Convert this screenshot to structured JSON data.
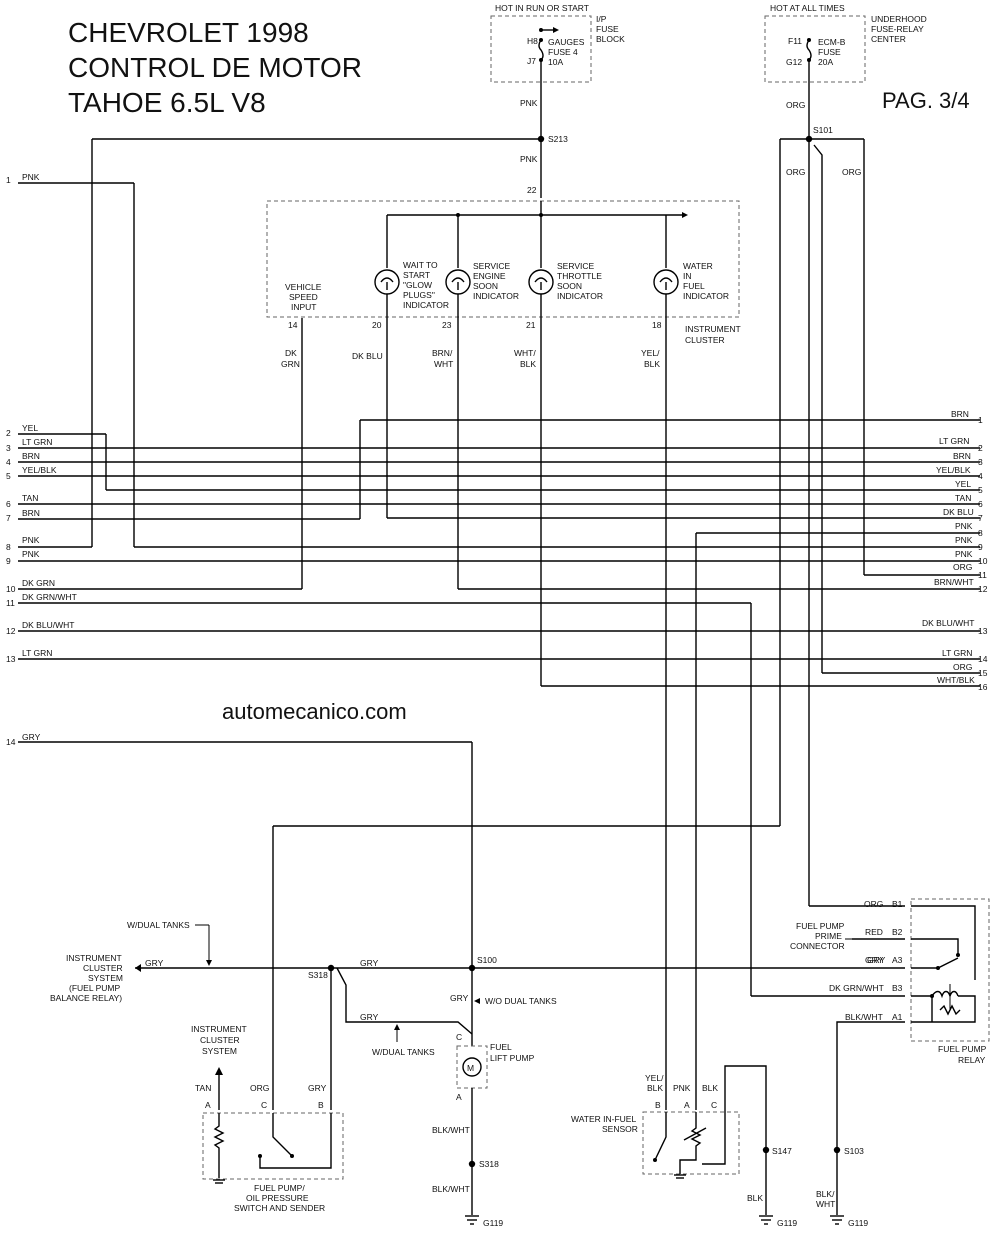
{
  "header": {
    "title_line1": "CHEVROLET 1998",
    "title_line2": "CONTROL DE MOTOR",
    "title_line3": "TAHOE 6.5L V8",
    "page": "PAG. 3/4",
    "site": "automecanico.com"
  },
  "ip_fuse": {
    "hot_label": "HOT IN RUN OR START",
    "block_line1": "I/P",
    "block_line2": "FUSE",
    "block_line3": "BLOCK",
    "pin_top": "H8",
    "pin_bottom": "J7",
    "fuse_line1": "GAUGES",
    "fuse_line2": "FUSE 4",
    "fuse_line3": "10A",
    "wire_color": "PNK"
  },
  "underhood": {
    "hot_label": "HOT AT ALL TIMES",
    "center_line1": "UNDERHOOD",
    "center_line2": "FUSE-RELAY",
    "center_line3": "CENTER",
    "pin_top": "F11",
    "pin_bottom": "G12",
    "fuse_line1": "ECM-B",
    "fuse_line2": "FUSE",
    "fuse_line3": "20A",
    "wire_color": "ORG"
  },
  "splices": {
    "s213": "S213",
    "s101": "S101",
    "s100": "S100",
    "s318_left": "S318",
    "s318_bottom": "S318",
    "s147": "S147",
    "s103": "S103"
  },
  "instrument_cluster": {
    "label_line1": "INSTRUMENT",
    "label_line2": "CLUSTER",
    "feed_pin": "22",
    "feed_wire": "PNK",
    "vehicle_speed": [
      "VEHICLE",
      "SPEED",
      "INPUT"
    ],
    "indicators": [
      {
        "lines": [
          "WAIT TO",
          "START",
          "\"GLOW",
          "PLUGS\"",
          "INDICATOR"
        ],
        "pin": "20",
        "wire_line1": "DK BLU",
        "wire_line2": ""
      },
      {
        "lines": [
          "SERVICE",
          "ENGINE",
          "SOON",
          "INDICATOR"
        ],
        "pin": "23",
        "wire_line1": "BRN/",
        "wire_line2": "WHT"
      },
      {
        "lines": [
          "SERVICE",
          "THROTTLE",
          "SOON",
          "INDICATOR"
        ],
        "pin": "21",
        "wire_line1": "WHT/",
        "wire_line2": "BLK"
      },
      {
        "lines": [
          "WATER",
          "IN",
          "FUEL",
          "INDICATOR"
        ],
        "pin": "18",
        "wire_line1": "YEL/",
        "wire_line2": "BLK"
      }
    ],
    "speed_pin": "14",
    "speed_wire_line1": "DK",
    "speed_wire_line2": "GRN"
  },
  "s101_branches": {
    "left": "ORG",
    "right": "ORG"
  },
  "left_connectors": [
    {
      "num": "1",
      "color": "PNK"
    },
    {
      "num": "2",
      "color": "YEL"
    },
    {
      "num": "3",
      "color": "LT GRN"
    },
    {
      "num": "4",
      "color": "BRN"
    },
    {
      "num": "5",
      "color": "YEL/BLK"
    },
    {
      "num": "6",
      "color": "TAN"
    },
    {
      "num": "7",
      "color": "BRN"
    },
    {
      "num": "8",
      "color": "PNK"
    },
    {
      "num": "9",
      "color": "PNK"
    },
    {
      "num": "10",
      "color": "DK GRN"
    },
    {
      "num": "11",
      "color": "DK GRN/WHT"
    },
    {
      "num": "12",
      "color": "DK BLU/WHT"
    },
    {
      "num": "13",
      "color": "LT GRN"
    },
    {
      "num": "14",
      "color": "GRY"
    }
  ],
  "right_connectors": [
    {
      "num": "1",
      "color": "BRN"
    },
    {
      "num": "2",
      "color": "LT GRN"
    },
    {
      "num": "3",
      "color": "BRN"
    },
    {
      "num": "4",
      "color": "YEL/BLK"
    },
    {
      "num": "5",
      "color": "YEL"
    },
    {
      "num": "6",
      "color": "TAN"
    },
    {
      "num": "7",
      "color": "DK BLU"
    },
    {
      "num": "8",
      "color": "PNK"
    },
    {
      "num": "9",
      "color": "PNK"
    },
    {
      "num": "10",
      "color": "PNK"
    },
    {
      "num": "11",
      "color": "ORG"
    },
    {
      "num": "12",
      "color": "BRN/WHT"
    },
    {
      "num": "13",
      "color": "DK BLU/WHT"
    },
    {
      "num": "14",
      "color": "LT GRN"
    },
    {
      "num": "15",
      "color": "ORG"
    },
    {
      "num": "16",
      "color": "WHT/BLK"
    }
  ],
  "lower": {
    "dual_tanks_top": "W/DUAL TANKS",
    "dest_lines": [
      "INSTRUMENT",
      "CLUSTER",
      "SYSTEM",
      "(FUEL PUMP",
      "BALANCE RELAY)"
    ],
    "gry_left": "GRY",
    "gry_mid": "GRY",
    "gry_down": "GRY",
    "gry_detour": "GRY",
    "gry_right": "GRY",
    "wo_dual": "W/O DUAL TANKS",
    "dual_tanks_bottom": "W/DUAL TANKS",
    "lift_pump_line1": "FUEL",
    "lift_pump_line2": "LIFT PUMP",
    "pin_c": "C",
    "pin_a": "A",
    "motor": "M",
    "blk_wht_1": "BLK/WHT",
    "blk_wht_2": "BLK/WHT",
    "g119_a": "G119",
    "g119_b": "G119",
    "g119_c": "G119",
    "ic_system": [
      "INSTRUMENT",
      "CLUSTER",
      "SYSTEM"
    ],
    "sender_wires": {
      "tan": "TAN",
      "org": "ORG",
      "gry": "GRY"
    },
    "sender_pins": {
      "a": "A",
      "c": "C",
      "b": "B"
    },
    "sender_name": [
      "FUEL PUMP/",
      "OIL PRESSURE",
      "SWITCH AND SENDER"
    ],
    "wif_wires": {
      "yel_blk_1": "YEL/",
      "yel_blk_2": "BLK",
      "pnk": "PNK",
      "blk": "BLK"
    },
    "wif_pins": {
      "b": "B",
      "a": "A",
      "c": "C"
    },
    "wif_name": [
      "WATER IN-FUEL",
      "SENSOR"
    ],
    "blk": "BLK",
    "blk_wht_3a": "BLK/",
    "blk_wht_3b": "WHT",
    "prime_conn": [
      "FUEL PUMP",
      "PRIME",
      "CONNECTOR"
    ],
    "relay_pins": [
      {
        "color": "ORG",
        "pin": "B1"
      },
      {
        "color": "RED",
        "pin": "B2"
      },
      {
        "color": "GRY",
        "pin": "A3"
      },
      {
        "color": "DK GRN/WHT",
        "pin": "B3"
      },
      {
        "color": "BLK/WHT",
        "pin": "A1"
      }
    ],
    "relay_name": [
      "FUEL PUMP",
      "RELAY"
    ]
  }
}
